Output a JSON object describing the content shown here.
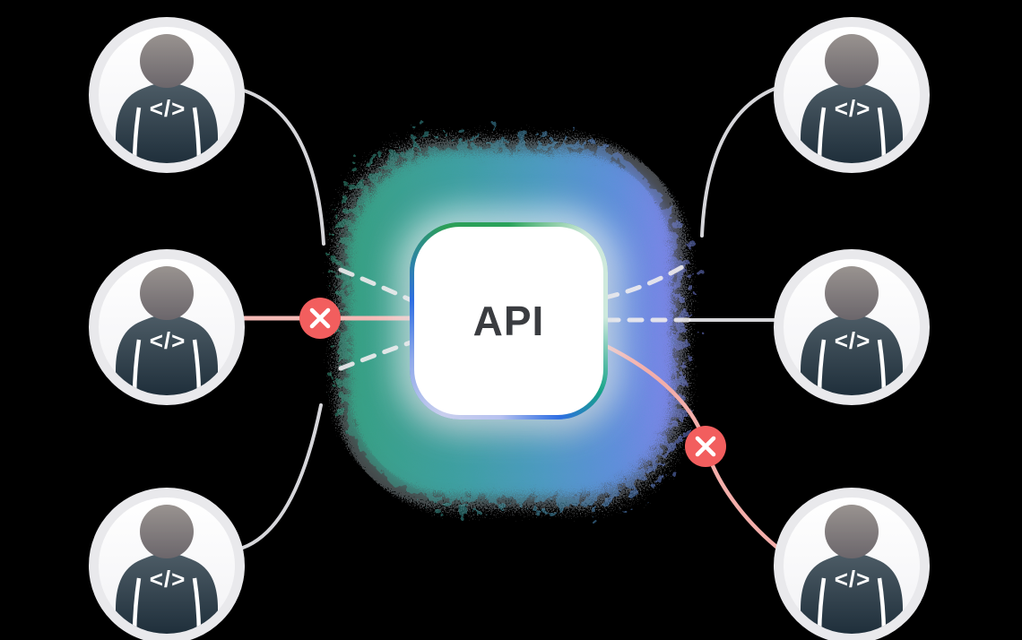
{
  "scene": {
    "description": "Six developer avatars connected to a central API box; two connections are blocked with red X badges",
    "background_color": "#000000"
  },
  "api_box": {
    "label": "API",
    "fill": "#ffffff",
    "text_color": "#3a3c40",
    "border_green": "#2aa35b",
    "border_blue": "#2e6ee2",
    "border_teal": "#17a388",
    "border_lavender": "#b7c2f0"
  },
  "glow": {
    "teal": "#38a184",
    "teal_blue": "#3fa0a4",
    "blue": "#5e90da",
    "violet_edge": "#7b86e8"
  },
  "developers": [
    {
      "id": "top-left",
      "icon": "developer-avatar",
      "shirt_icon": "code-icon",
      "shirt_icon_text": "</>",
      "connection_style": "solid-curve",
      "status": "connected"
    },
    {
      "id": "middle-left",
      "icon": "developer-avatar",
      "shirt_icon": "code-icon",
      "shirt_icon_text": "</>",
      "connection_style": "solid-straight",
      "status": "blocked"
    },
    {
      "id": "bottom-left",
      "icon": "developer-avatar",
      "shirt_icon": "code-icon",
      "shirt_icon_text": "</>",
      "connection_style": "solid-curve",
      "status": "connected"
    },
    {
      "id": "top-right",
      "icon": "developer-avatar",
      "shirt_icon": "code-icon",
      "shirt_icon_text": "</>",
      "connection_style": "solid-curve",
      "status": "connected"
    },
    {
      "id": "middle-right",
      "icon": "developer-avatar",
      "shirt_icon": "code-icon",
      "shirt_icon_text": "</>",
      "connection_style": "dashed-to-solid",
      "status": "connected"
    },
    {
      "id": "bottom-right",
      "icon": "developer-avatar",
      "shirt_icon": "code-icon",
      "shirt_icon_text": "</>",
      "connection_style": "pink-curve",
      "status": "blocked"
    }
  ],
  "blocked_badges": [
    {
      "name": "blocked-x-badge",
      "glyph": "✕",
      "on_connection": "middle-left"
    },
    {
      "name": "blocked-x-badge",
      "glyph": "✕",
      "on_connection": "bottom-right"
    }
  ],
  "colors": {
    "avatar_ring": "#e9e9ec",
    "avatar_inner_top": "#ffffff",
    "avatar_inner_bottom": "#f2f2f5",
    "avatar_head_top": "#999390",
    "avatar_head_bottom": "#6b666b",
    "avatar_body_top": "#4d5c66",
    "avatar_body_bottom": "#1d2d39",
    "connection_gray": "#d6d6da",
    "connection_pink": "#f4b9b5",
    "connection_pink_curve": "#f3aeaa",
    "dashed_line": "#efecee",
    "blocked_badge_red": "#f25e5e",
    "badge_x": "#ffffff"
  }
}
